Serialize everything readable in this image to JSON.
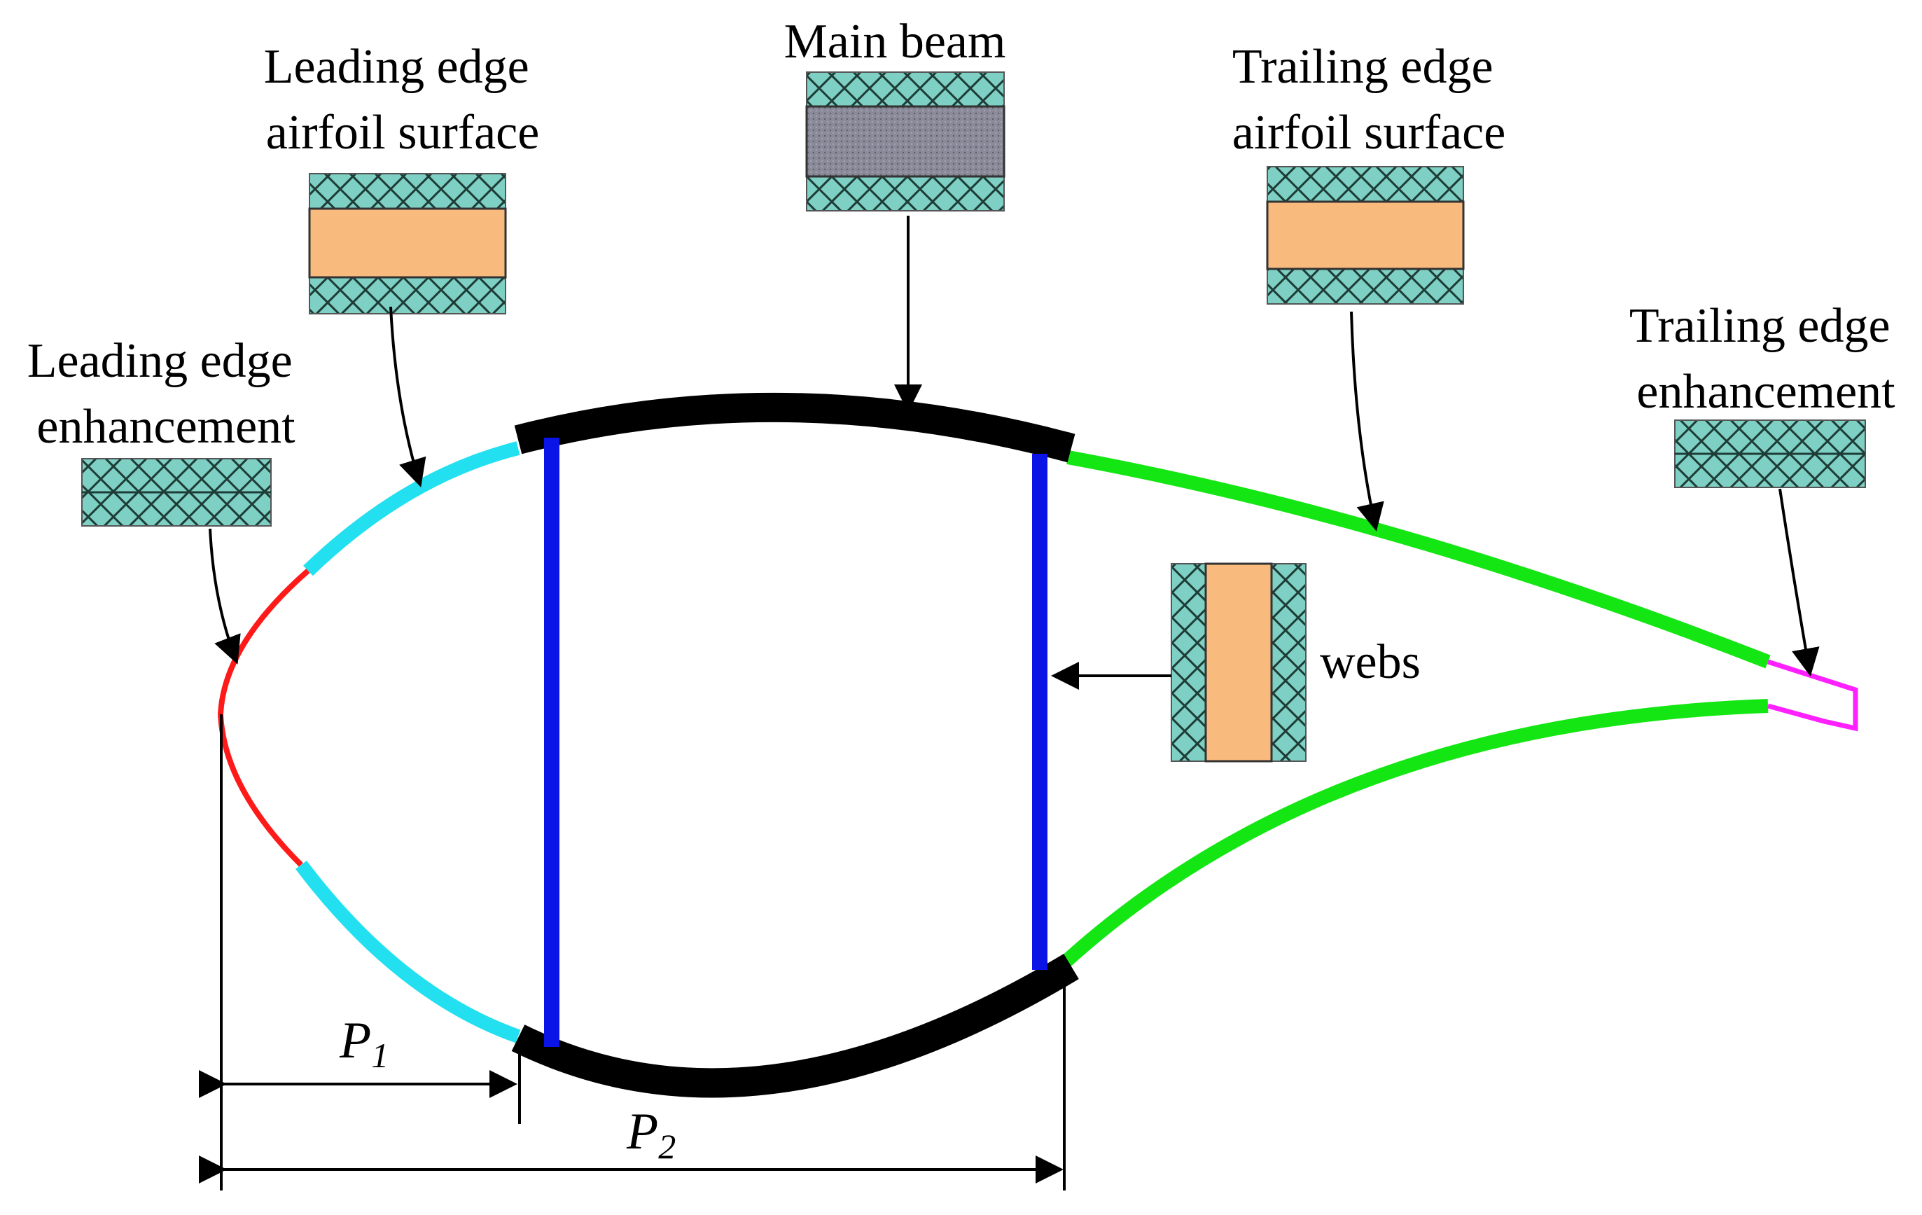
{
  "labels": {
    "leading_edge_surface": [
      "Leading edge",
      "airfoil surface"
    ],
    "main_beam": "Main beam",
    "trailing_edge_surface": [
      "Trailing edge",
      "airfoil surface"
    ],
    "leading_edge_enhancement": [
      "Leading edge",
      "enhancement"
    ],
    "trailing_edge_enhancement": [
      "Trailing edge",
      "enhancement"
    ],
    "webs": "webs"
  },
  "dimensions": {
    "p1": {
      "letter": "P",
      "sub": "1"
    },
    "p2": {
      "letter": "P",
      "sub": "2"
    }
  },
  "colors": {
    "leading_edge_enhancement": "#ff1a1a",
    "leading_edge_surface": "#22e0f0",
    "main_beam": "#000000",
    "webs": "#0a14e6",
    "trailing_edge_surface": "#14e614",
    "trailing_edge_enhancement": "#ff20ff",
    "laminate": "#7ecfc4",
    "core": "#f8bb7d",
    "beam_core": "#8a8a98"
  }
}
